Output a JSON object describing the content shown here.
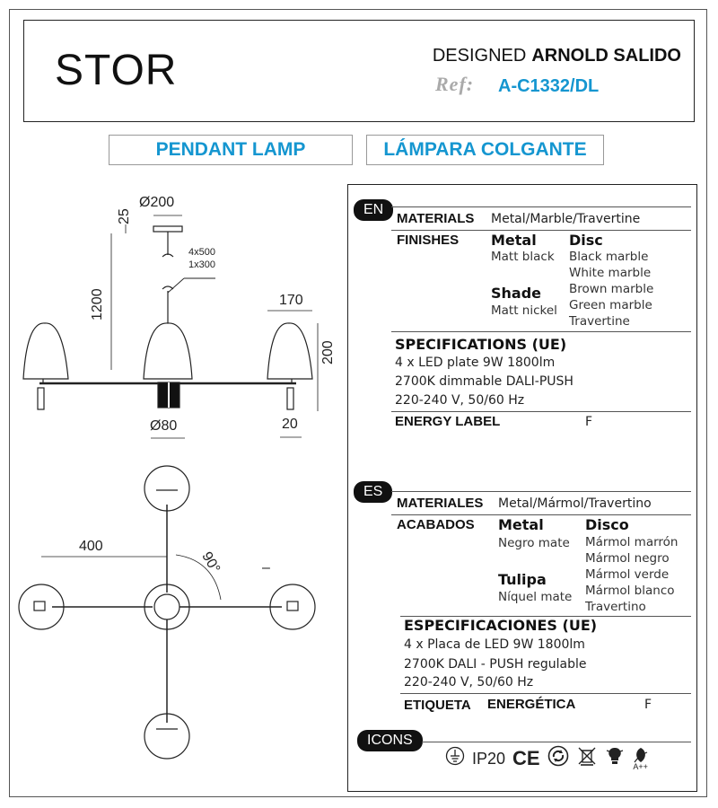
{
  "header": {
    "brand": "STOR",
    "designed_label": "DESIGNED",
    "designer": "ARNOLD SALIDO",
    "ref_label": "Ref:",
    "ref_code": "A-C1332/DL"
  },
  "titles": {
    "en": "PENDANT LAMP",
    "es": "LÁMPARA COLGANTE"
  },
  "drawing": {
    "dims": {
      "canopy": "Ø200",
      "canopy_height": "25",
      "cable": [
        "4x500",
        "1x300"
      ],
      "drop": "1200",
      "shade_width": "170",
      "shade_height": "200",
      "globe": "Ø80",
      "arm_width": "20",
      "arm_length": "400",
      "angle": "90°",
      "dash": "–"
    }
  },
  "en": {
    "tag": "EN",
    "materials_label": "MATERIALS",
    "materials": "Metal/Marble/Travertine",
    "finishes_label": "FINISHES",
    "metal_label": "Metal",
    "metal_value": "Matt black",
    "shade_label": "Shade",
    "shade_value": "Matt nickel",
    "disc_label": "Disc",
    "disc_values": [
      "Black marble",
      "White marble",
      "Brown marble",
      "Green marble",
      "Travertine"
    ],
    "spec_label": "SPECIFICATIONS (UE)",
    "spec_lines": [
      "4 x LED plate 9W 1800lm",
      "2700K dimmable DALI-PUSH",
      "220-240 V, 50/60 Hz"
    ],
    "energy_label": "ENERGY LABEL",
    "energy_value": "F"
  },
  "es": {
    "tag": "ES",
    "materials_label": "MATERIALES",
    "materials": "Metal/Mármol/Travertino",
    "finishes_label": "ACABADOS",
    "metal_label": "Metal",
    "metal_value": "Negro mate",
    "shade_label": "Tulipa",
    "shade_value": "Níquel mate",
    "disc_label": "Disco",
    "disc_values": [
      "Mármol marrón",
      "Mármol negro",
      "Mármol verde",
      "Mármol blanco",
      "Travertino"
    ],
    "spec_label": "ESPECIFICACIONES (UE)",
    "spec_lines": [
      "4 x Placa de LED 9W 1800lm",
      "2700K DALI - PUSH regulable",
      "220-240 V, 50/60 Hz"
    ],
    "energy_label": "ETIQUETA",
    "energy_label2": "ENERGÉTICA",
    "energy_value": "F"
  },
  "icons": {
    "tag": "ICONS",
    "ip": "IP20",
    "ce": "CE",
    "energy_class": "A++",
    "names": [
      "ground-icon",
      "ce-icon",
      "recycle-icon",
      "weee-bin-icon",
      "led-bulb-icon",
      "energy-leaf-icon"
    ]
  }
}
